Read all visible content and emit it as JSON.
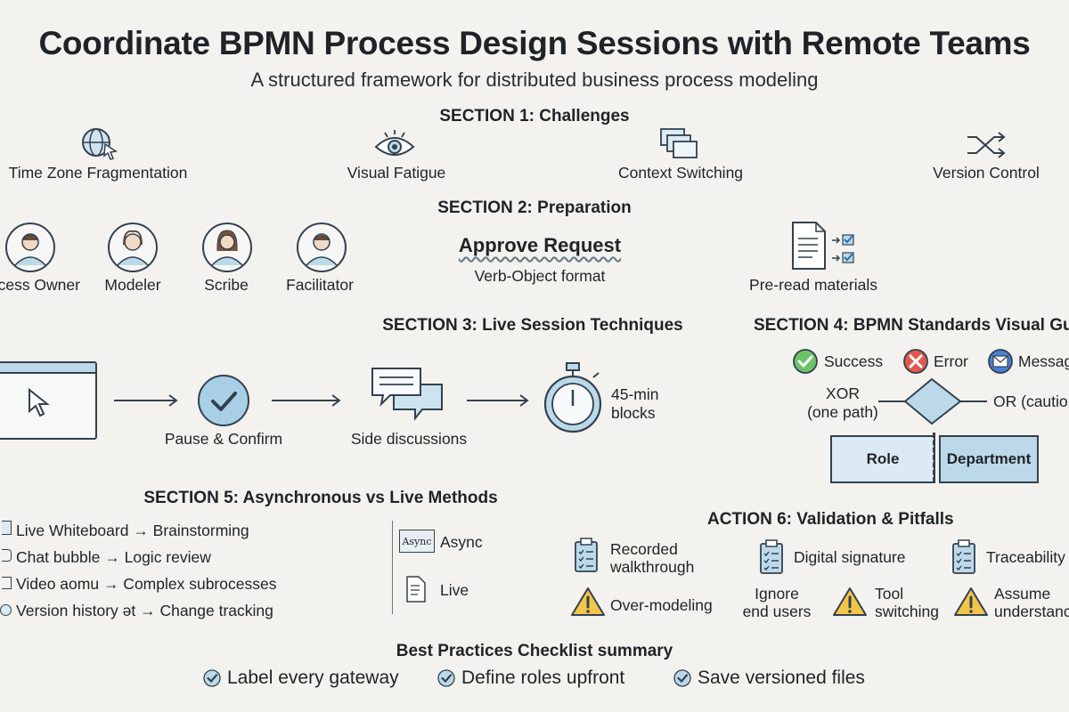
{
  "header": {
    "title": "Coordinate BPMN Process Design Sessions with Remote Teams",
    "subtitle": "A structured framework for distributed business process modeling"
  },
  "section1": {
    "heading": "SECTION 1: Challenges",
    "items": [
      {
        "label": "Time Zone Fragmentation",
        "icon": "globe-cursor-icon"
      },
      {
        "label": "Visual Fatigue",
        "icon": "tired-eye-icon"
      },
      {
        "label": "Context Switching",
        "icon": "stacked-windows-icon"
      },
      {
        "label": "Version Control",
        "icon": "shuffle-arrows-icon"
      }
    ]
  },
  "section2": {
    "heading": "SECTION 2: Preparation",
    "roles": [
      "rocess Owner",
      "Modeler",
      "Scribe",
      "Facilitator"
    ],
    "naming_example": "Approve Request",
    "naming_note": "Verb-Object format",
    "preread": "Pre-read materials"
  },
  "section3": {
    "heading": "SECTION 3: Live Session Techniques",
    "steps": [
      "Pause & Confirm",
      "Side discussions"
    ],
    "timer_line1": "45-min",
    "timer_line2": "blocks"
  },
  "section4": {
    "heading": "SECTION 4: BPMN Standards Visual Gu",
    "events": [
      "Success",
      "Error",
      "Messag"
    ],
    "xor_line1": "XOR",
    "xor_line2": "(one path)",
    "or_label": "OR (cautio",
    "lane_role": "Role",
    "lane_department": "Department"
  },
  "section5": {
    "heading": "SECTION 5: Asynchronous vs Live Methods",
    "methods": [
      "Live Whiteboard → Brainstorming",
      "Chat bubble → Logic review",
      "Video aomu → Complex subrocesses",
      "Version history ǝt → Change tracking"
    ],
    "async_tag": "Async",
    "async_label": "Async",
    "live_label": "Live"
  },
  "section6": {
    "heading": "ACTION 6: Validation & Pitfalls",
    "validations": [
      {
        "line1": "Recorded",
        "line2": "walkthrough"
      },
      {
        "line1": "Digital signature",
        "line2": ""
      },
      {
        "line1": "Traceability",
        "line2": ""
      }
    ],
    "pitfalls": [
      {
        "line1": "Over-modeling",
        "line2": ""
      },
      {
        "line1": "Ignore",
        "line2": "end users"
      },
      {
        "line1": "Tool",
        "line2": "switching"
      },
      {
        "line1": "Assume",
        "line2": "understanc"
      }
    ]
  },
  "checklist": {
    "heading": "Best Practices Checklist summary",
    "items": [
      "Label every gateway",
      "Define roles upfront",
      "Save versioned files"
    ]
  },
  "colors": {
    "accent_blue": "#bcd9ea",
    "ink": "#33414f",
    "success": "#6cc36a",
    "error": "#e05a4f",
    "warning": "#f2c64a"
  }
}
